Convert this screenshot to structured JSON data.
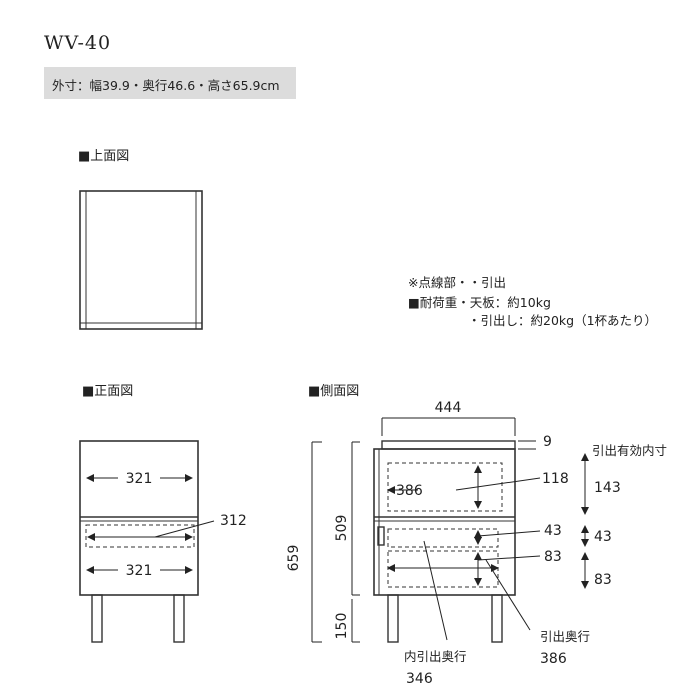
{
  "title": "WV-40",
  "dimensions": "外寸：幅39.9・奥行46.6・高さ65.9cm",
  "views": {
    "top": "■上面図",
    "front": "■正面図",
    "side": "■側面図"
  },
  "notes": {
    "dotted": "※点線部・・引出",
    "load_title": "■耐荷重・天板：約10kg",
    "load_drawer": "・引出し：約20kg（1杯あたり）"
  },
  "front_dims": {
    "top_width": "321",
    "drawer_inner": "312",
    "bottom_width": "321"
  },
  "side_dims": {
    "depth": "444",
    "top_thickness": "9",
    "upper_height": "118",
    "upper_depth": "386",
    "lower_a": "43",
    "lower_b": "83",
    "total_height": "659",
    "body_height": "509",
    "leg_height": "150",
    "effective_label": "引出有効内寸",
    "eff_upper": "143",
    "eff_mid": "43",
    "eff_lower": "83",
    "inner_depth_label": "内引出奥行",
    "inner_depth": "346",
    "drawer_depth_label": "引出奥行",
    "drawer_depth": "386"
  }
}
